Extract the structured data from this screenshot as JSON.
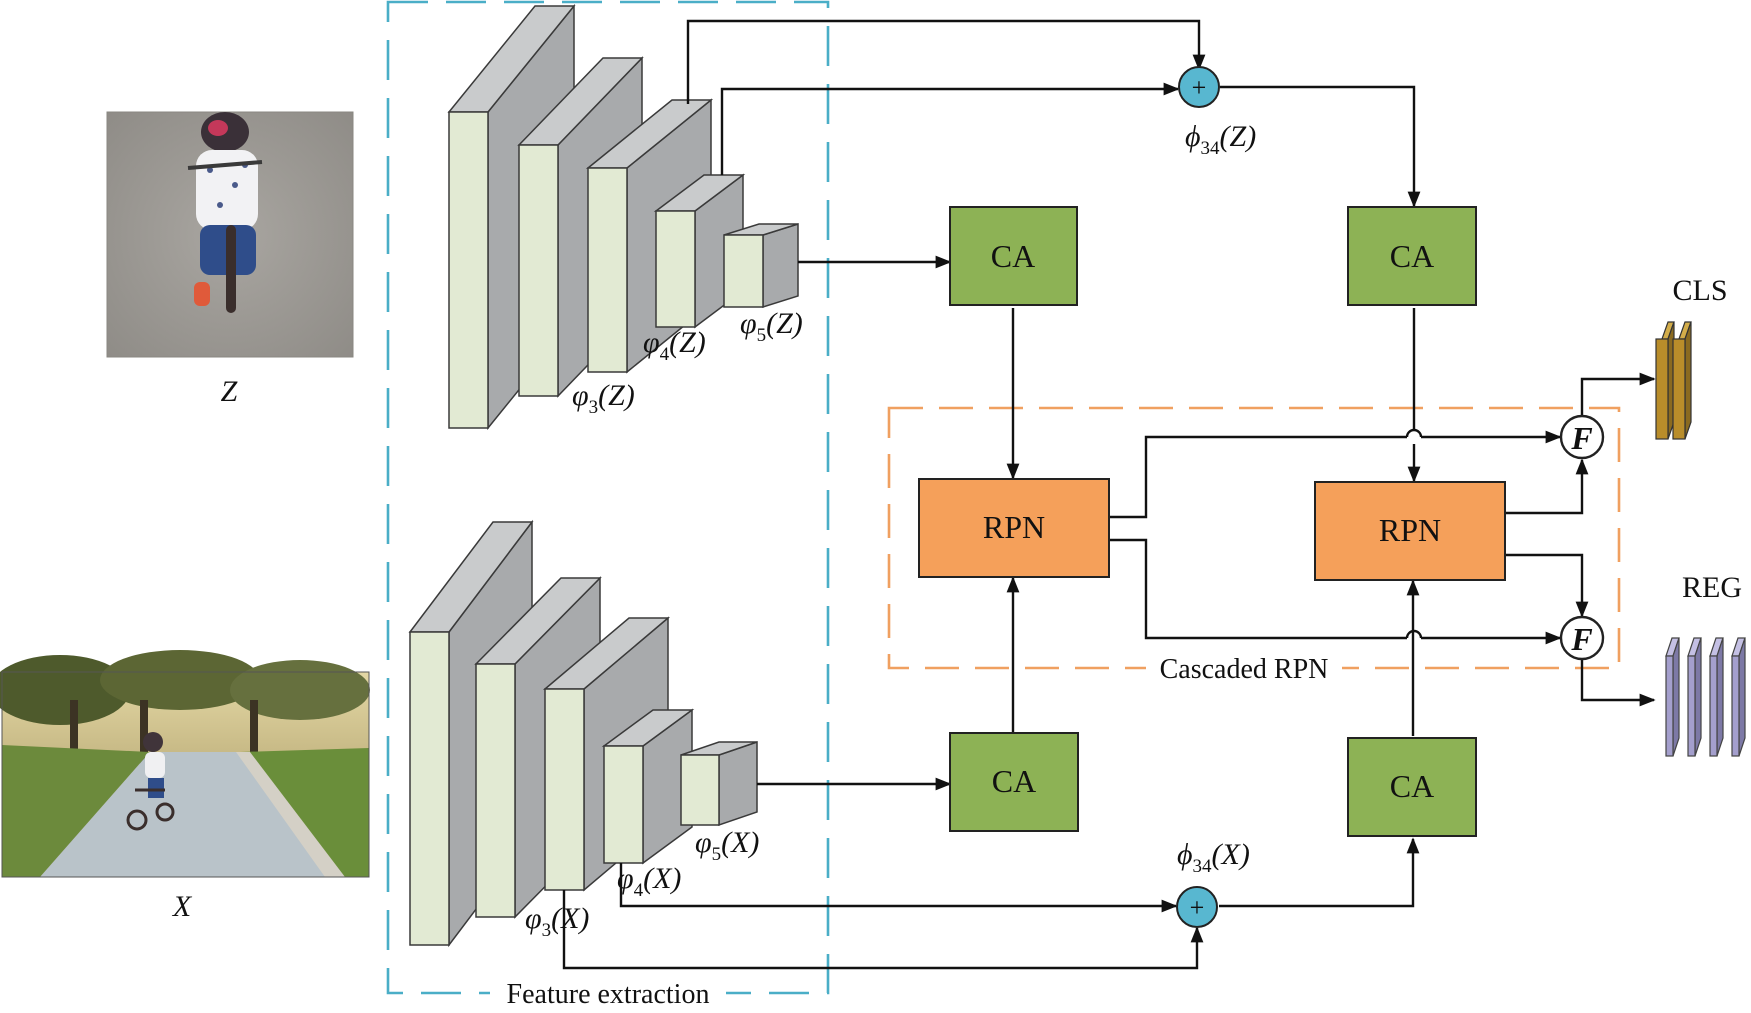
{
  "images": {
    "template_label": "Z",
    "search_label": "X"
  },
  "boxes": {
    "ca_label": "CA",
    "rpn_label": "RPN"
  },
  "regions": {
    "feature_extraction": "Feature extraction",
    "cascaded_rpn": "Cascaded RPN"
  },
  "features": {
    "z3": {
      "sym": "φ",
      "sub": "3",
      "arg": "(Z)"
    },
    "z4": {
      "sym": "φ",
      "sub": "4",
      "arg": "(Z)"
    },
    "z5": {
      "sym": "φ",
      "sub": "5",
      "arg": "(Z)"
    },
    "x3": {
      "sym": "φ",
      "sub": "3",
      "arg": "(X)"
    },
    "x4": {
      "sym": "φ",
      "sub": "4",
      "arg": "(X)"
    },
    "x5": {
      "sym": "φ",
      "sub": "5",
      "arg": "(X)"
    },
    "phi34z": {
      "sym": "ϕ",
      "sub": "34",
      "arg": "(Z)"
    },
    "phi34x": {
      "sym": "ϕ",
      "sub": "34",
      "arg": "(X)"
    }
  },
  "nodes": {
    "sum_symbol": "+",
    "fusion_symbol": "F"
  },
  "outputs": {
    "cls": "CLS",
    "reg": "REG"
  },
  "colors": {
    "ca_fill": "#8db255",
    "rpn_fill": "#f5a05a",
    "feature_front": "#e2ead3",
    "feature_side": "#a8aaac",
    "feature_top": "#c9cbcc",
    "sum_node": "#58b7d0",
    "cls_bar": "#b98d2a",
    "reg_bar": "#a49fcd",
    "feature_region_border": "#4aaec7",
    "rpn_region_border": "#f0a060"
  }
}
